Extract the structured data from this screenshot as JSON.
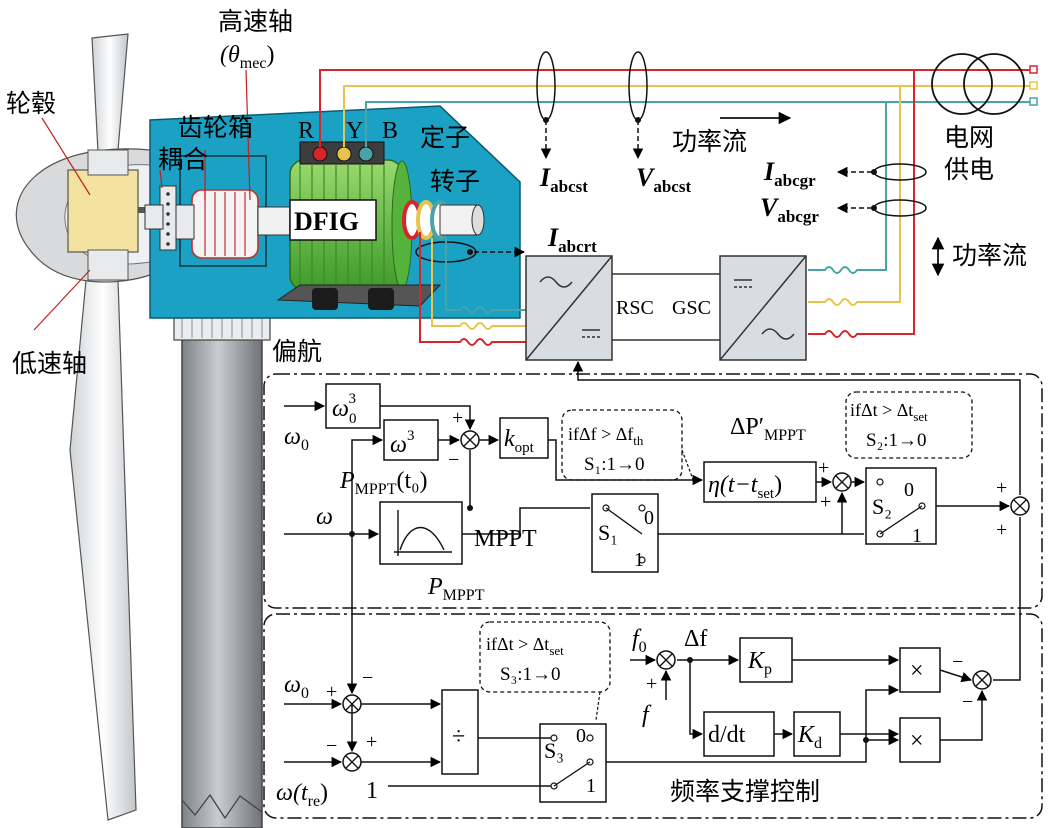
{
  "colors": {
    "nacelle": "#1aa1c4",
    "phase_r": "#d6262b",
    "phase_y": "#e8c54a",
    "phase_b": "#49a3a8",
    "green_machine": "#6cc04a",
    "hub": "#f3e2a0",
    "tower": "#a9adb3",
    "box_fill": "#ffffff",
    "converter": "#d9dde2"
  },
  "labels": {
    "high_speed_shaft": "高速轴",
    "theta_mec": "(θ",
    "theta_sub": "mec",
    "theta_close": ")",
    "hub": "轮毂",
    "gearbox": "齿轮箱",
    "coupling": "耦合",
    "low_speed_shaft": "低速轴",
    "yaw": "偏航",
    "stator": "定子",
    "rotor": "转子",
    "dfig": "DFIG",
    "phase_r": "R",
    "phase_y": "Y",
    "phase_b": "B",
    "grid": "电网",
    "supply": "供电",
    "power_flow_top": "功率流",
    "power_flow_right": "功率流",
    "rsc": "RSC",
    "gsc": "GSC",
    "freq_support": "频率支撑控制"
  },
  "currents": {
    "i_abcst": "I",
    "i_abcst_sub": "abcst",
    "v_abcst": "V",
    "v_abcst_sub": "abcst",
    "i_abcgr": "I",
    "i_abcgr_sub": "abcgr",
    "v_abcgr": "V",
    "v_abcgr_sub": "abcgr",
    "i_abcrt": "I",
    "i_abcrt_sub": "abcrt"
  },
  "control": {
    "omega0_top": "ω",
    "omega0_top_sub": "0",
    "omega0_cube": "ω",
    "omega0_cube_sub": "0",
    "omega0_cube_sup": "3",
    "omega_cube": "ω",
    "omega_cube_sup": "3",
    "k_opt": "k",
    "k_opt_sub": "opt",
    "cond_s1_line1": "ifΔf > Δf",
    "cond_s1_sub": "th",
    "cond_s1_line2": "S₁:1→0",
    "p_mppt_t0": "P",
    "p_mppt_t0_sub": "MPPT",
    "p_mppt_t0_arg": "(t₀)",
    "omega_in": "ω",
    "mppt": "MPPT",
    "p_mppt": "P",
    "p_mppt_sub": "MPPT",
    "s1": "S₁",
    "s1_zero": "0",
    "s1_one": "1",
    "eta_block": "η(t−t",
    "eta_sub": "set",
    "eta_close": ")",
    "delta_p_prime": "ΔP′",
    "delta_p_sub": "MPPT",
    "cond_s2_line1": "ifΔt > Δt",
    "cond_s2_sub": "set",
    "cond_s2_line2": "S₂:1→0",
    "s2": "S₂",
    "s2_zero": "0",
    "s2_one": "1",
    "omega0_bottom": "ω",
    "omega0_bottom_sub": "0",
    "omega_tre": "ω(t",
    "omega_tre_sub": "re",
    "omega_tre_close": ")",
    "one_const": "1",
    "divide": "÷",
    "cond_s3_line1": "ifΔt > Δt",
    "cond_s3_sub": "set",
    "cond_s3_line2": "S₃:1→0",
    "s3": "S₃",
    "s3_zero": "0",
    "s3_one": "1",
    "f0": "f",
    "f0_sub": "0",
    "delta_f": "Δf",
    "f_in": "f",
    "kp": "K",
    "kp_sub": "p",
    "ddt": "d/dt",
    "kd": "K",
    "kd_sub": "d",
    "mult": "×",
    "plus": "+",
    "minus": "−"
  }
}
